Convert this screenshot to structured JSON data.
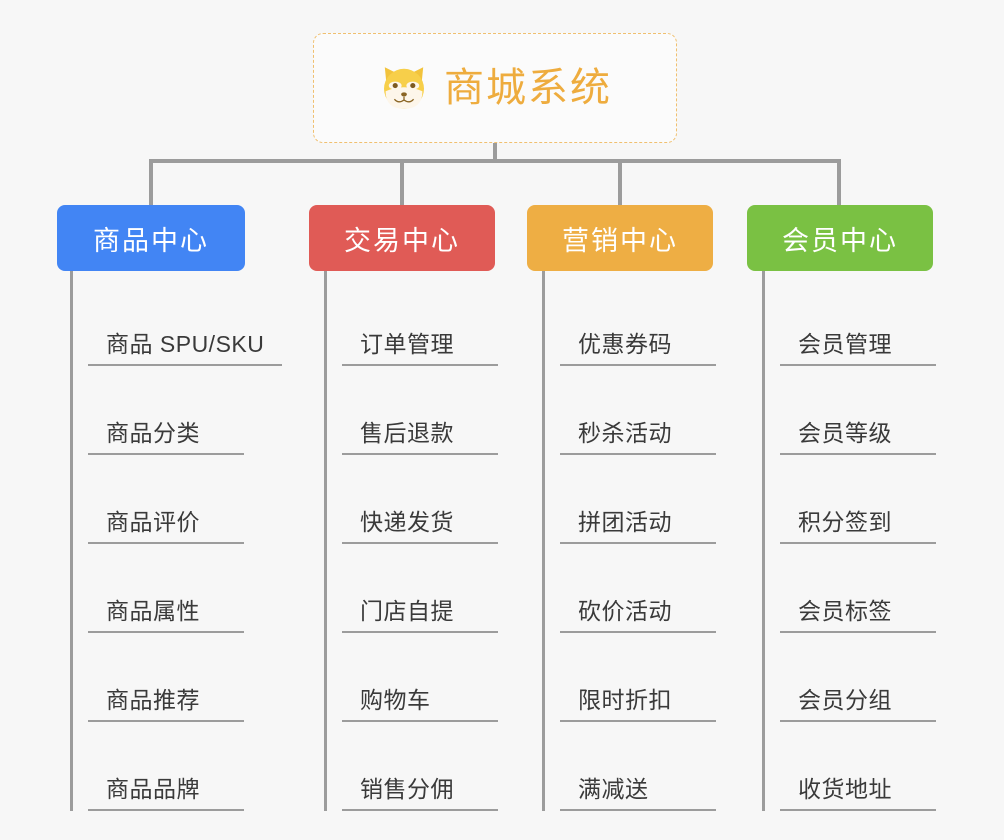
{
  "diagram": {
    "title": "商城系统",
    "type": "mindmap-tree",
    "background_color": "#f7f7f7",
    "connector_color": "#9c9c9c"
  },
  "root": {
    "label": "商城系统",
    "icon": "shiba-dog-face-icon",
    "text_color": "#eeac3e",
    "border_color": "#f0c070",
    "border_style": "dashed",
    "background_color": "#fbfbfb"
  },
  "branches": [
    {
      "label": "商品中心",
      "color": "#4285f4",
      "leaves": [
        {
          "label": "商品 SPU/SKU"
        },
        {
          "label": "商品分类"
        },
        {
          "label": "商品评价"
        },
        {
          "label": "商品属性"
        },
        {
          "label": "商品推荐"
        },
        {
          "label": "商品品牌"
        }
      ]
    },
    {
      "label": "交易中心",
      "color": "#e05b56",
      "leaves": [
        {
          "label": "订单管理"
        },
        {
          "label": "售后退款"
        },
        {
          "label": "快递发货"
        },
        {
          "label": "门店自提"
        },
        {
          "label": "购物车"
        },
        {
          "label": "销售分佣"
        }
      ]
    },
    {
      "label": "营销中心",
      "color": "#eeae44",
      "leaves": [
        {
          "label": "优惠券码"
        },
        {
          "label": "秒杀活动"
        },
        {
          "label": "拼团活动"
        },
        {
          "label": "砍价活动"
        },
        {
          "label": "限时折扣"
        },
        {
          "label": "满减送"
        }
      ]
    },
    {
      "label": "会员中心",
      "color": "#7ac143",
      "leaves": [
        {
          "label": "会员管理"
        },
        {
          "label": "会员等级"
        },
        {
          "label": "积分签到"
        },
        {
          "label": "会员标签"
        },
        {
          "label": "会员分组"
        },
        {
          "label": "收货地址"
        }
      ]
    }
  ]
}
